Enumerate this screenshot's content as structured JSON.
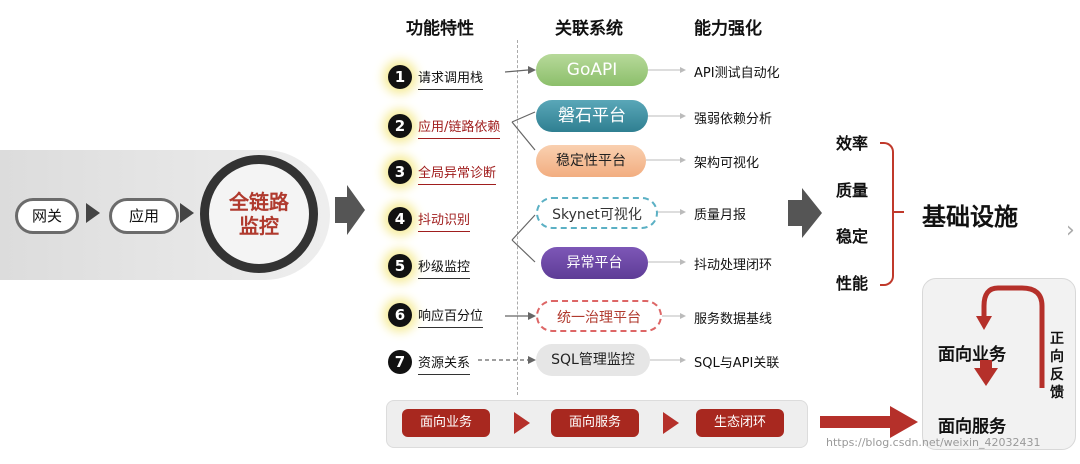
{
  "left_flow": {
    "gateway": "网关",
    "app": "应用",
    "core": "全链路监控"
  },
  "headers": {
    "features": "功能特性",
    "systems": "关联系统",
    "capabilities": "能力强化"
  },
  "features": [
    {
      "num": "1",
      "label": "请求调用栈"
    },
    {
      "num": "2",
      "label": "应用/链路依赖"
    },
    {
      "num": "3",
      "label": "全局异常诊断"
    },
    {
      "num": "4",
      "label": "抖动识别"
    },
    {
      "num": "5",
      "label": "秒级监控"
    },
    {
      "num": "6",
      "label": "响应百分位"
    },
    {
      "num": "7",
      "label": "资源关系"
    }
  ],
  "systems": [
    "GoAPI",
    "磐石平台",
    "稳定性平台",
    "Skynet可视化",
    "异常平台",
    "统一治理平台",
    "SQL管理监控"
  ],
  "capabilities": [
    "API测试自动化",
    "强弱依赖分析",
    "架构可视化",
    "质量月报",
    "抖动处理闭环",
    "服务数据基线",
    "SQL与API关联"
  ],
  "qualities": [
    "效率",
    "质量",
    "稳定",
    "性能"
  ],
  "infrastructure": "基础设施",
  "feedback_box": {
    "top": "面向业务",
    "bottom": "面向服务",
    "side": "正向反馈"
  },
  "bottom_flow": [
    "面向业务",
    "面向服务",
    "生态闭环"
  ],
  "watermark": "https://blog.csdn.net/weixin_42032431",
  "colors": {
    "accent_red": "#a8281f",
    "goapi": "#8cbf6b",
    "panshi": "#2f7f91",
    "wending": "#f2ad80",
    "yichang": "#5e3c96"
  }
}
